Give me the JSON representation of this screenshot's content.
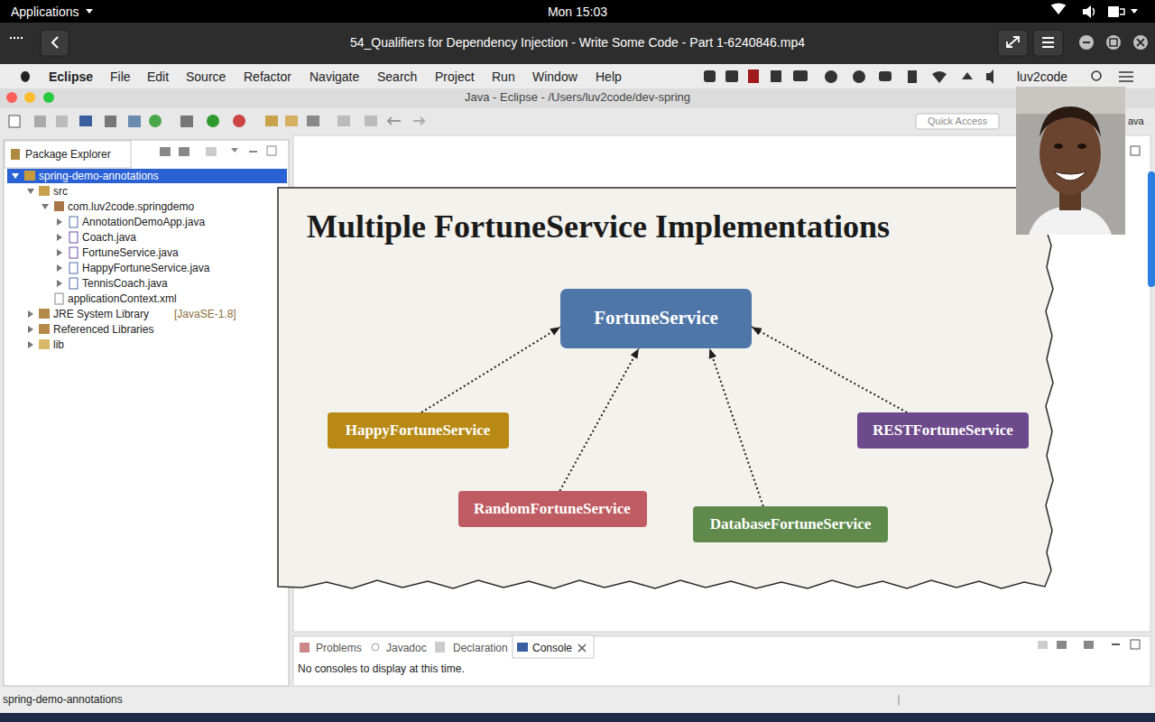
{
  "diagram": {
    "title": "Multiple FortuneService Implementations",
    "nodes": [
      {
        "text": [
          "FortuneService"
        ]
      },
      {
        "text": [
          "HappyFortuneService"
        ]
      },
      {
        "text": [
          "RandomFortuneService"
        ]
      },
      {
        "text": [
          "DatabaseFortuneService"
        ]
      },
      {
        "text": [
          "RESTFortuneService"
        ]
      }
    ],
    "edges": [
      {
        "from": 1,
        "to": 0,
        "arrow": "to"
      },
      {
        "from": 2,
        "to": 0,
        "arrow": "to"
      },
      {
        "from": 3,
        "to": 0,
        "arrow": "to"
      },
      {
        "from": 4,
        "to": 0,
        "arrow": "to"
      }
    ],
    "labels": [
      "Applications",
      "Mon 15:03",
      "54_Qualifiers for Dependency Injection - Write Some Code - Part 1-6240846.mp4",
      "Eclipse",
      "File",
      "Edit",
      "Source",
      "Refactor",
      "Navigate",
      "Search",
      "Project",
      "Run",
      "Window",
      "Help",
      "luv2code",
      "Java - Eclipse - /Users/luv2code/dev-spring",
      "Quick Access",
      "ava",
      "Package Explorer",
      "spring-demo-annotations",
      "src",
      "com.luv2code.springdemo",
      "AnnotationDemoApp.java",
      "Coach.java",
      "FortuneService.java",
      "HappyFortuneService.java",
      "TennisCoach.java",
      "applicationContext.xml",
      "JRE System Library",
      "[JavaSE-1.8]",
      "Referenced Libraries",
      "lib",
      "Problems",
      "Javadoc",
      "Declaration",
      "Console",
      "No consoles to display at this time.",
      "spring-demo-annotations"
    ]
  }
}
